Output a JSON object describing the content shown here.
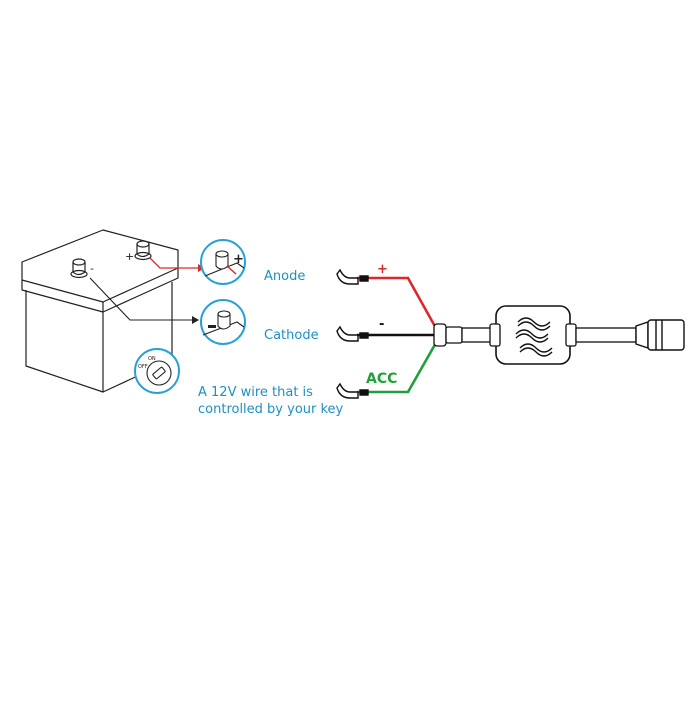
{
  "labels": {
    "anode": "Anode",
    "cathode": "Cathode",
    "key_line1": "A 12V wire that is",
    "key_line2": "controlled by your key",
    "acc": "ACC",
    "plus": "+",
    "minus": "-"
  },
  "battery": {
    "positive_mark": "+",
    "negative_mark": "-"
  },
  "key_switch": {
    "on": "ON",
    "off": "OFF"
  },
  "colors": {
    "label_text": "#1f8fc4",
    "circle_outline": "#2a9fd6",
    "positive_wire": "#e0262d",
    "negative_wire": "#111111",
    "acc_wire": "#1fa03a",
    "outline": "#222222"
  },
  "icons": [
    "battery-icon",
    "terminal-positive-icon",
    "terminal-negative-icon",
    "ignition-key-icon",
    "wave-module-icon"
  ]
}
